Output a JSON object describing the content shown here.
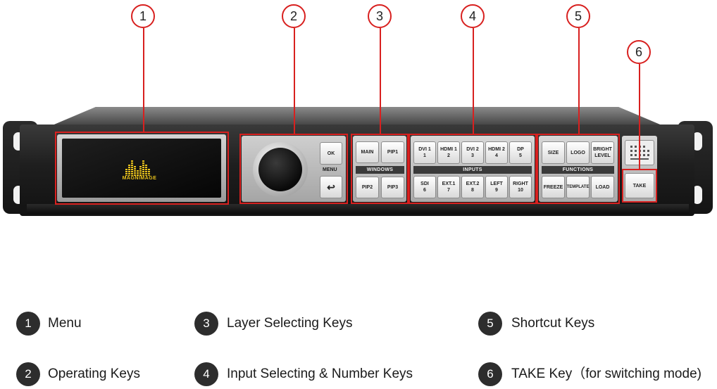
{
  "device": {
    "brand_logo": "MAGNIMAGE",
    "operating": {
      "ok": "OK",
      "menu_label": "MENU",
      "back": "↩"
    },
    "windows": {
      "label": "WINDOWS",
      "keys": [
        "MAIN",
        "PIP1",
        "PIP2",
        "PIP3"
      ]
    },
    "inputs": {
      "label": "INPUTS",
      "row1": [
        "DVI 1\n1",
        "HDMI 1\n2",
        "DVI 2\n3",
        "HDMI 2\n4",
        "DP\n5"
      ],
      "row2": [
        "SDI\n6",
        "EXT.1\n7",
        "EXT.2\n8",
        "LEFT\n9",
        "RIGHT\n10"
      ]
    },
    "functions": {
      "label": "FUNCTIONS",
      "row1": [
        "SIZE",
        "LOGO",
        "BRIGHT\nLEVEL"
      ],
      "row2": [
        "FREEZE",
        "TEMPLATE",
        "LOAD"
      ]
    },
    "take": "TAKE"
  },
  "callouts": [
    "1",
    "2",
    "3",
    "4",
    "5",
    "6"
  ],
  "legend": [
    {
      "num": "1",
      "text": "Menu"
    },
    {
      "num": "2",
      "text": "Operating Keys"
    },
    {
      "num": "3",
      "text": "Layer Selecting Keys"
    },
    {
      "num": "4",
      "text": "Input Selecting & Number Keys"
    },
    {
      "num": "5",
      "text": "Shortcut Keys"
    },
    {
      "num": "6",
      "text": "TAKE Key（for switching mode)"
    }
  ],
  "colors": {
    "highlight": "#d8201f",
    "logo": "#e9c21c",
    "legend_dot": "#2d2d2d"
  }
}
